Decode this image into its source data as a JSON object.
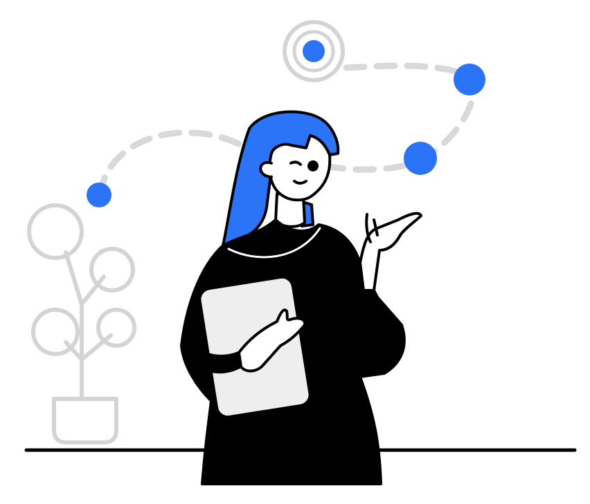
{
  "illustration": {
    "subject": "woman-holding-tablet-illustration",
    "colors": {
      "background": "#ffffff",
      "accent_blue": "#2b74f8",
      "outline": "#000000",
      "dress": "#000000",
      "skin": "#ffffff",
      "tablet_fill": "#eeeeee",
      "plant_stroke": "#d4d4d4",
      "dashed_path": "#d9d9d9"
    },
    "icons": [
      "woman-figure",
      "tablet-device",
      "potted-plant-icon",
      "dashed-journey-path",
      "target-ring-icon",
      "blue-dot-icon",
      "floor-line"
    ]
  }
}
